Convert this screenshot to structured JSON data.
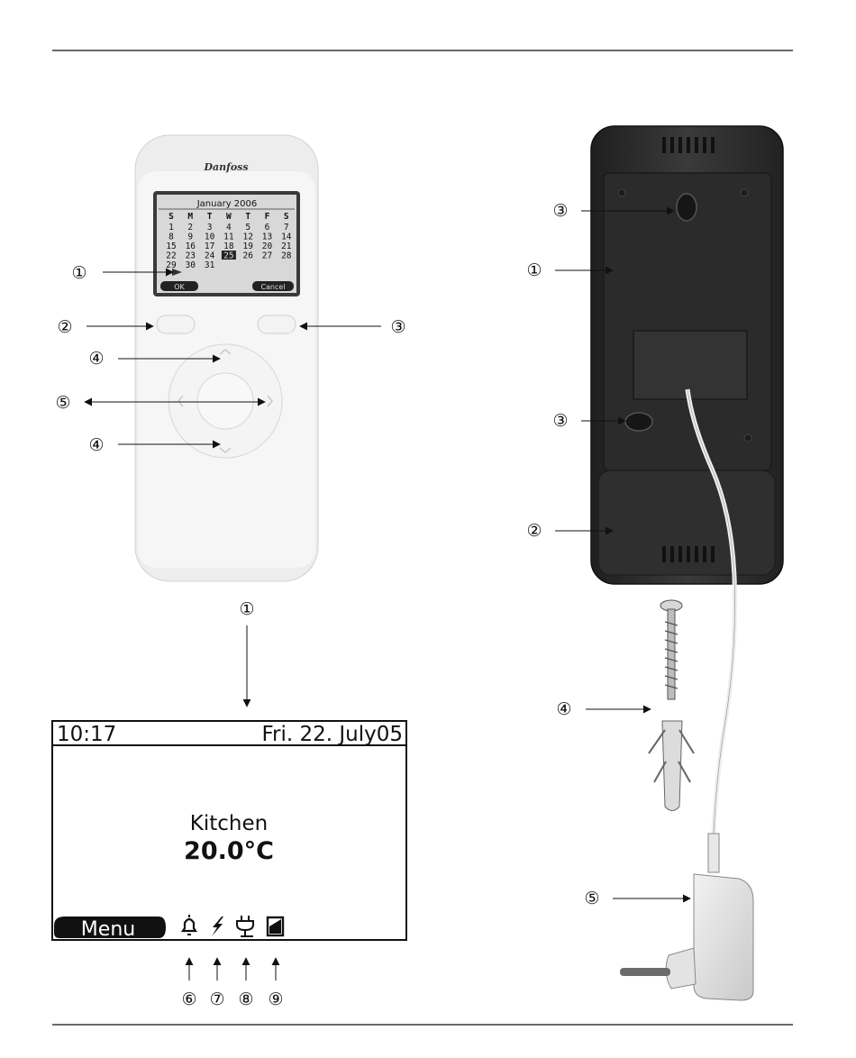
{
  "logo": "Danfoss",
  "lcd": {
    "month": "January 2006",
    "weekdays": [
      "S",
      "M",
      "T",
      "W",
      "T",
      "F",
      "S"
    ],
    "weeks": [
      [
        "1",
        "2",
        "3",
        "4",
        "5",
        "6",
        "7"
      ],
      [
        "8",
        "9",
        "10",
        "11",
        "12",
        "13",
        "14"
      ],
      [
        "15",
        "16",
        "17",
        "18",
        "19",
        "20",
        "21"
      ],
      [
        "22",
        "23",
        "24",
        "25",
        "26",
        "27",
        "28"
      ],
      [
        "29",
        "30",
        "31",
        "",
        "",
        "",
        ""
      ]
    ],
    "selected_day": "25",
    "ok": "OK",
    "cancel": "Cancel"
  },
  "display": {
    "time": "10:17",
    "date": "Fri. 22. July05",
    "room": "Kitchen",
    "temperature": "20.0°C",
    "menu": "Menu",
    "icons": [
      "bell-icon",
      "lightning-icon",
      "plug-icon",
      "battery-icon"
    ]
  },
  "callouts": {
    "front": [
      "①",
      "②",
      "③",
      "④",
      "⑤",
      "④"
    ],
    "display": "①",
    "icons": [
      "⑥",
      "⑦",
      "⑧",
      "⑨"
    ],
    "back": [
      "③",
      "①",
      "③",
      "②",
      "④",
      "⑤"
    ]
  },
  "colors": {
    "device_body": "#ececec",
    "back_body": "#2e2e2e",
    "lcd_bg": "#d8d8d8"
  }
}
